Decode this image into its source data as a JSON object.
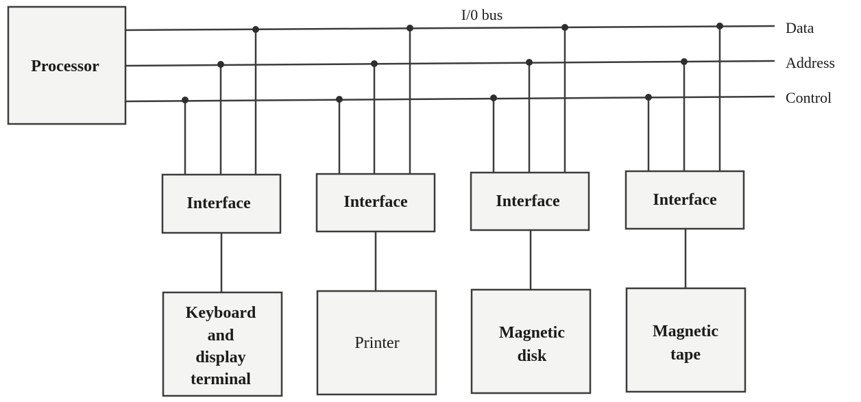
{
  "bus": {
    "title": "I/0 bus",
    "lines": [
      {
        "label": "Data"
      },
      {
        "label": "Address"
      },
      {
        "label": "Control"
      }
    ]
  },
  "processor": {
    "label": "Processor"
  },
  "interfaces": [
    {
      "label": "Interface"
    },
    {
      "label": "Interface"
    },
    {
      "label": "Interface"
    },
    {
      "label": "Interface"
    }
  ],
  "devices": [
    {
      "lines": [
        "Keyboard",
        "and",
        "display",
        "terminal"
      ]
    },
    {
      "lines": [
        "Printer"
      ]
    },
    {
      "lines": [
        "Magnetic",
        "disk"
      ]
    },
    {
      "lines": [
        "Magnetic",
        "tape"
      ]
    }
  ],
  "colors": {
    "line": "#3b3b3b",
    "box_fill": "#f4f4f2",
    "text": "#1b1b1b"
  }
}
